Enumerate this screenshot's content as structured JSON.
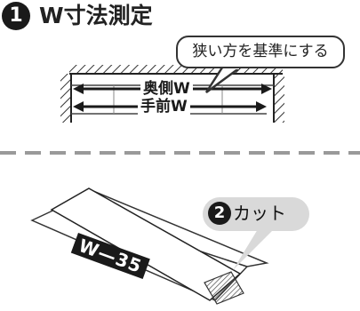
{
  "step1": {
    "badge": "1",
    "title": "W寸法測定"
  },
  "callout": {
    "text": "狭い方を基準にする"
  },
  "dimensions": {
    "back_label": "奥側W",
    "front_label": "手前W"
  },
  "step2": {
    "badge": "2",
    "label": "カット"
  },
  "tape": {
    "text": "W—35"
  },
  "colors": {
    "ink": "#1a1a1a",
    "callout_fill": "#d9d9d9",
    "cut_hatch": "#555555",
    "divider": "#9a9a9a"
  }
}
